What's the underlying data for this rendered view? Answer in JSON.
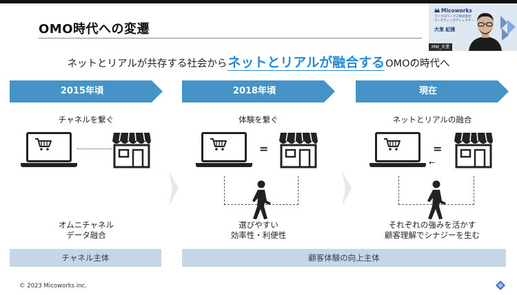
{
  "slide": {
    "title": "OMO時代への変遷",
    "headline_pre": "ネットとリアルが共存する社会から",
    "headline_highlight": "ネットとリアルが融合する",
    "headline_post": "OMOの時代へ",
    "colors": {
      "accent": "#2589d8",
      "era_band": "#4593c7",
      "bottom_bar": "#c7d6e6"
    }
  },
  "eras": [
    {
      "label": "2015年頃",
      "sub": "チャネルを繋ぐ",
      "desc_line1": "オムニチャネル",
      "desc_line2": "データ融合"
    },
    {
      "label": "2018年頃",
      "sub": "体験を繋ぐ",
      "desc_line1": "選びやすい",
      "desc_line2": "効率性・利便性"
    },
    {
      "label": "現在",
      "sub": "ネットとリアルの融合",
      "desc_line1": "それぞれの強みを活かす",
      "desc_line2": "顧客理解でシナジーを生む"
    }
  ],
  "symbols": {
    "equals": "=",
    "left_arrow": "←"
  },
  "bottom_bars": {
    "bar1": "チャネル主体",
    "bar2": "顧客体験の向上主体"
  },
  "footer": {
    "copyright": "© 2023 Micoworks inc."
  },
  "webcam": {
    "brand": "Micoworks",
    "small_line1": "マイクロワークス株式会社",
    "small_line2": "マーケティングディレクター",
    "name": "大里 紀雅",
    "label": "MW_大里"
  },
  "icons": [
    "laptop-icon",
    "cart-icon",
    "store-icon",
    "walking-person-icon",
    "chevron-right-icon",
    "micoworks-logo-icon"
  ]
}
